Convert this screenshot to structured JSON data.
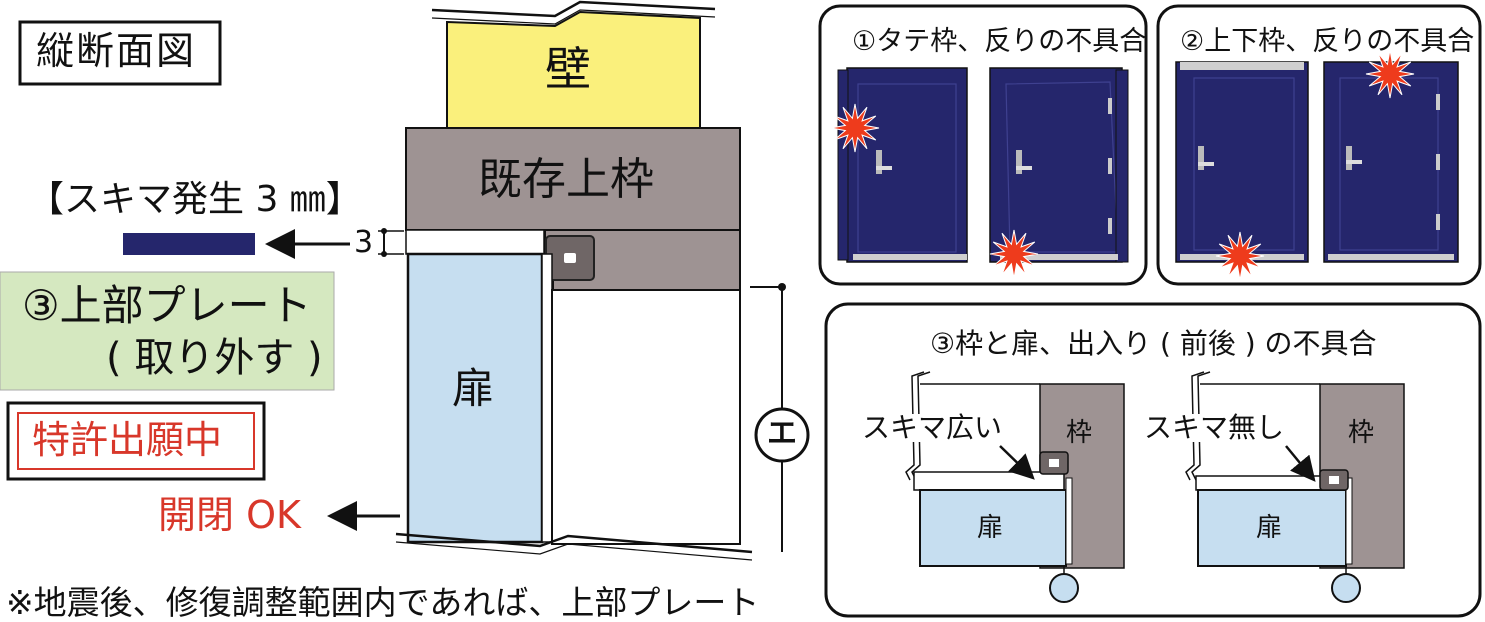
{
  "section_title": "縦断面図",
  "labels": {
    "wall": "壁",
    "existing_top_frame": "既存上枠",
    "gap_note": "【スキマ発生 3 ㎜】",
    "gap_value": "3",
    "top_plate_line1": "③上部プレート",
    "top_plate_line2": "( 取り外す )",
    "patent": "特許出願中",
    "open_close": "開閉 OK",
    "door": "扉",
    "dimension_mark": "エ",
    "footnote": "※地震後、修復調整範囲内であれば、上部プレート"
  },
  "panels": {
    "p1": {
      "title": "①タテ枠、反りの不具合"
    },
    "p2": {
      "title": "②上下枠、反りの不具合"
    },
    "p3": {
      "title": "③枠と扉、出入り ( 前後 ) の不具合",
      "left": {
        "gap_label": "スキマ広い",
        "frame": "枠",
        "door": "扉"
      },
      "right": {
        "gap_label": "スキマ無し",
        "frame": "枠",
        "door": "扉"
      }
    }
  },
  "colors": {
    "wall": "#faf07c",
    "frame_gray": "#9e9393",
    "door_blue": "#c6def0",
    "door_navy": "#25266c",
    "plate_green": "#d5e8c0",
    "red_text": "#d8372a",
    "burst": "#ee3b1c"
  }
}
